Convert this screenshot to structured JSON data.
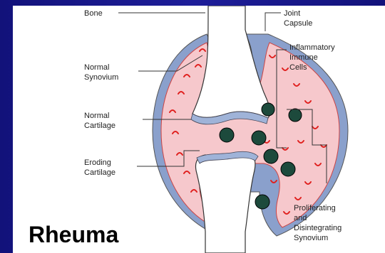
{
  "labels": {
    "bone": "Bone",
    "normal_synovium": [
      "Normal",
      "Synovium"
    ],
    "normal_cartilage": [
      "Normal",
      "Cartilage"
    ],
    "eroding_cartilage": [
      "Eroding",
      "Cartilage"
    ],
    "joint_capsule": [
      "Joint",
      "Capsule"
    ],
    "inflammatory_cells": [
      "Inflammatory",
      "Immune",
      "Cells"
    ],
    "proliferating_synovium": [
      "Proliferating",
      "and",
      "Disintegrating",
      "Synovium"
    ]
  },
  "caption": "Rheuma",
  "colors": {
    "background": "#1a1a8c",
    "synovial_fluid": "#f6c8cc",
    "capsule": "#8aa0cc",
    "cartilage": "#9fb3d8",
    "inflammation": "#e0201e",
    "immune_cell": "#1d4a3c"
  }
}
